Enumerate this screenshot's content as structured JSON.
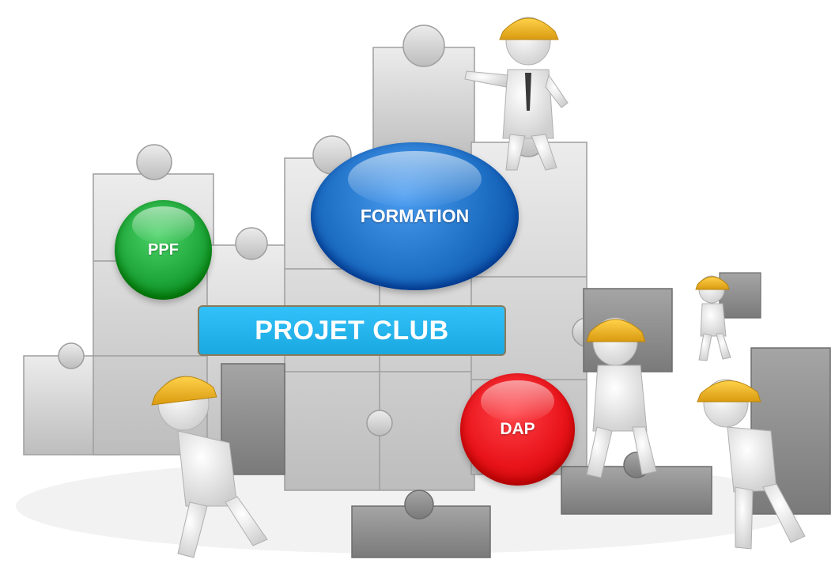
{
  "labels": {
    "ppf": "PPF",
    "formation": "FORMATION",
    "projet": "PROJET CLUB",
    "dap": "DAP"
  },
  "colors": {
    "ppf": "#1ea63a",
    "formation": "#1d6fc4",
    "projet": "#1aa8e0",
    "dap": "#e8141a",
    "puzzle": "#d4d4d4",
    "helmet": "#f1b21c"
  },
  "icons": [
    "puzzle-wall",
    "worker-figure",
    "hard-hat-icon",
    "puzzle-piece-icon"
  ]
}
